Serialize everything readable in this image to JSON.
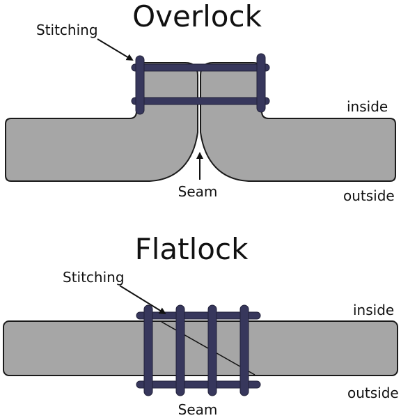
{
  "overlock": {
    "title": "Overlock",
    "stitching_label": "Stitching",
    "seam_label": "Seam",
    "inside_label": "inside",
    "outside_label": "outside"
  },
  "flatlock": {
    "title": "Flatlock",
    "stitching_label": "Stitching",
    "seam_label": "Seam",
    "inside_label": "inside",
    "outside_label": "outside"
  },
  "colors": {
    "fabric": "#a6a6a6",
    "stitch": "#37375c",
    "outline": "#1a1a1a"
  }
}
